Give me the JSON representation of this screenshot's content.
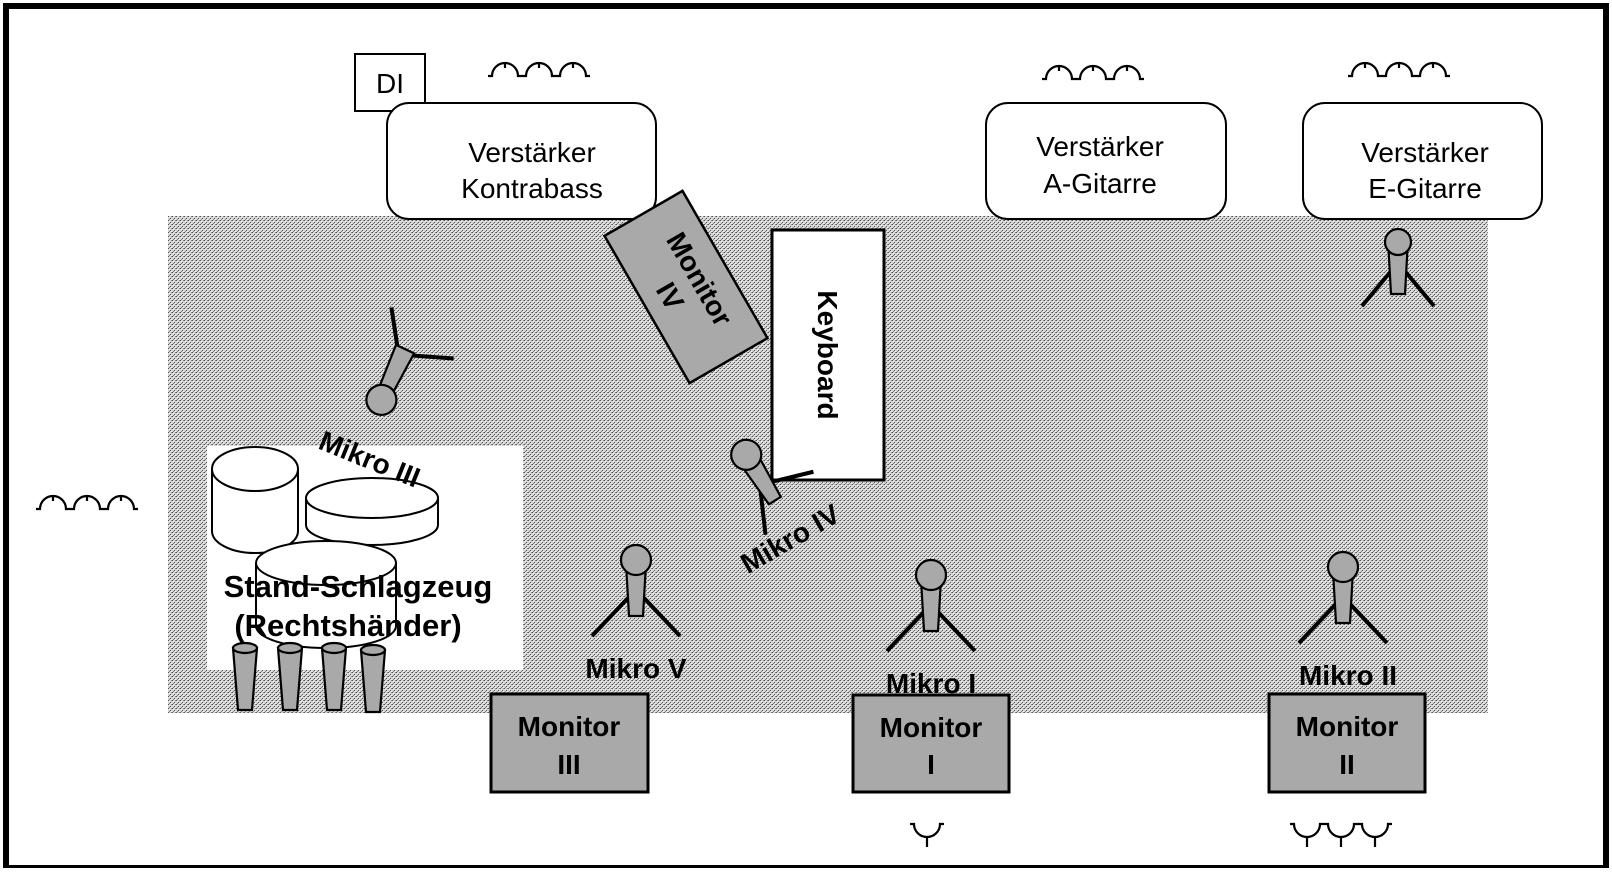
{
  "stage_area": {
    "fill_pattern": "speckled-gray"
  },
  "di_box": {
    "label": "DI"
  },
  "amplifiers": [
    {
      "line1": "Verstärker",
      "line2": "Kontrabass"
    },
    {
      "line1": "Verstärker",
      "line2": "A-Gitarre"
    },
    {
      "line1": "Verstärker",
      "line2": "E-Gitarre"
    }
  ],
  "monitors": [
    {
      "line1": "Monitor",
      "line2": "III"
    },
    {
      "line1": "Monitor",
      "line2": "I"
    },
    {
      "line1": "Monitor",
      "line2": "II"
    },
    {
      "line1": "Monitor",
      "line2": "IV"
    }
  ],
  "keyboard": {
    "label": "Keyboard"
  },
  "drums": {
    "line1": "Stand-Schlagzeug",
    "line2": "(Rechtshänder)"
  },
  "mics": [
    {
      "label": "Mikro I"
    },
    {
      "label": "Mikro II"
    },
    {
      "label": "Mikro III"
    },
    {
      "label": "Mikro IV"
    },
    {
      "label": "Mikro V"
    }
  ],
  "colors": {
    "box_gray": "#a9a9a9",
    "stroke": "#000000",
    "background": "#ffffff"
  },
  "icons": {
    "power_outlet": "power-outlet-icon",
    "microphone": "microphone-icon",
    "mic_stand": "mic-stand-icon"
  }
}
